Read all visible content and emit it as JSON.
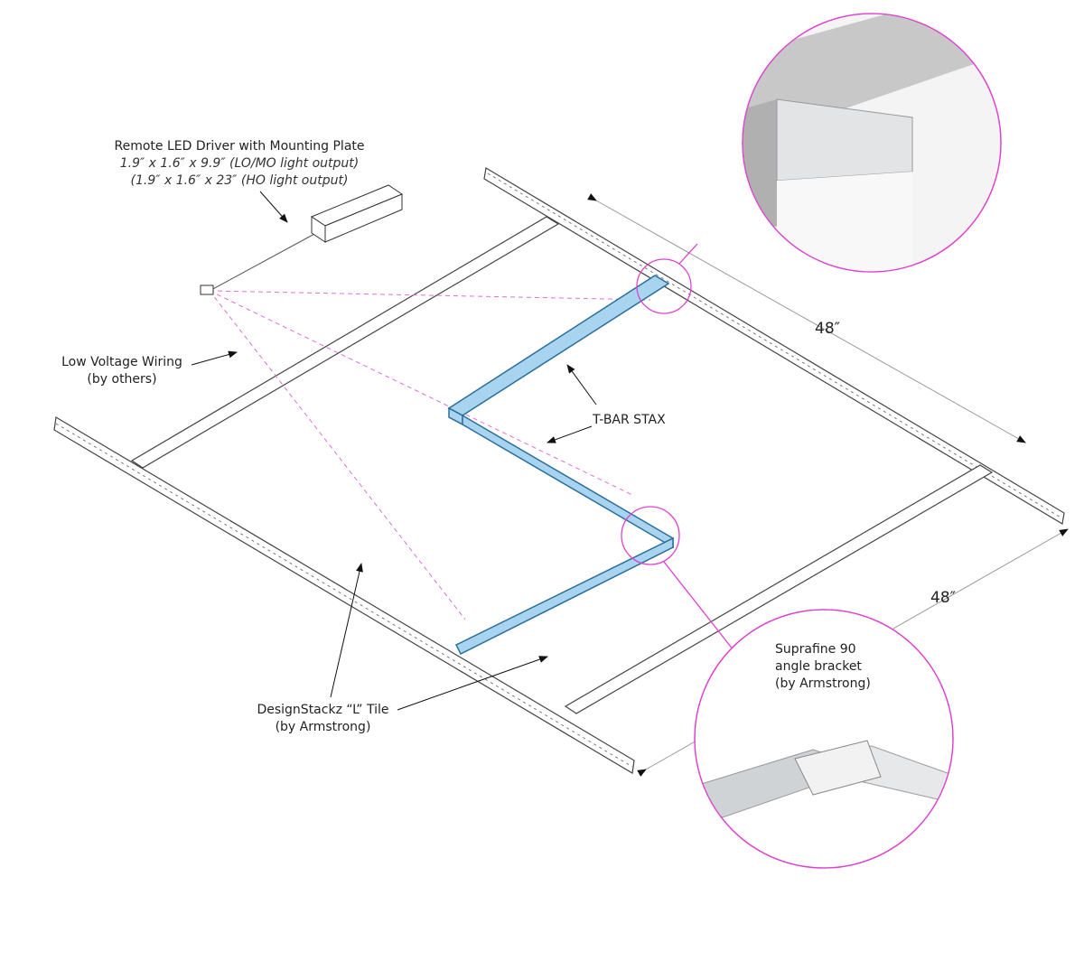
{
  "driver": {
    "title": "Remote LED Driver with Mounting Plate",
    "size_lo": "1.9″ x 1.6″ x 9.9″ (LO/MO light output)",
    "size_ho": "(1.9″ x 1.6″ x 23″ (HO light output)"
  },
  "wiring": {
    "line1": "Low Voltage Wiring",
    "line2": "(by others)"
  },
  "tbar": {
    "label": "T-BAR STAX"
  },
  "tile": {
    "line1": "DesignStackz “L” Tile",
    "line2": "(by Armstrong)"
  },
  "bracket": {
    "line1": "Suprafine 90",
    "line2": "angle bracket",
    "line3": "(by Armstrong)"
  },
  "dimensions": {
    "top": "48″",
    "bottom": "48″"
  },
  "colors": {
    "callout": "#e040d0",
    "fixture": "#a8d4f0",
    "fixture_edge": "#2a6e9a",
    "rail": "#555555"
  }
}
